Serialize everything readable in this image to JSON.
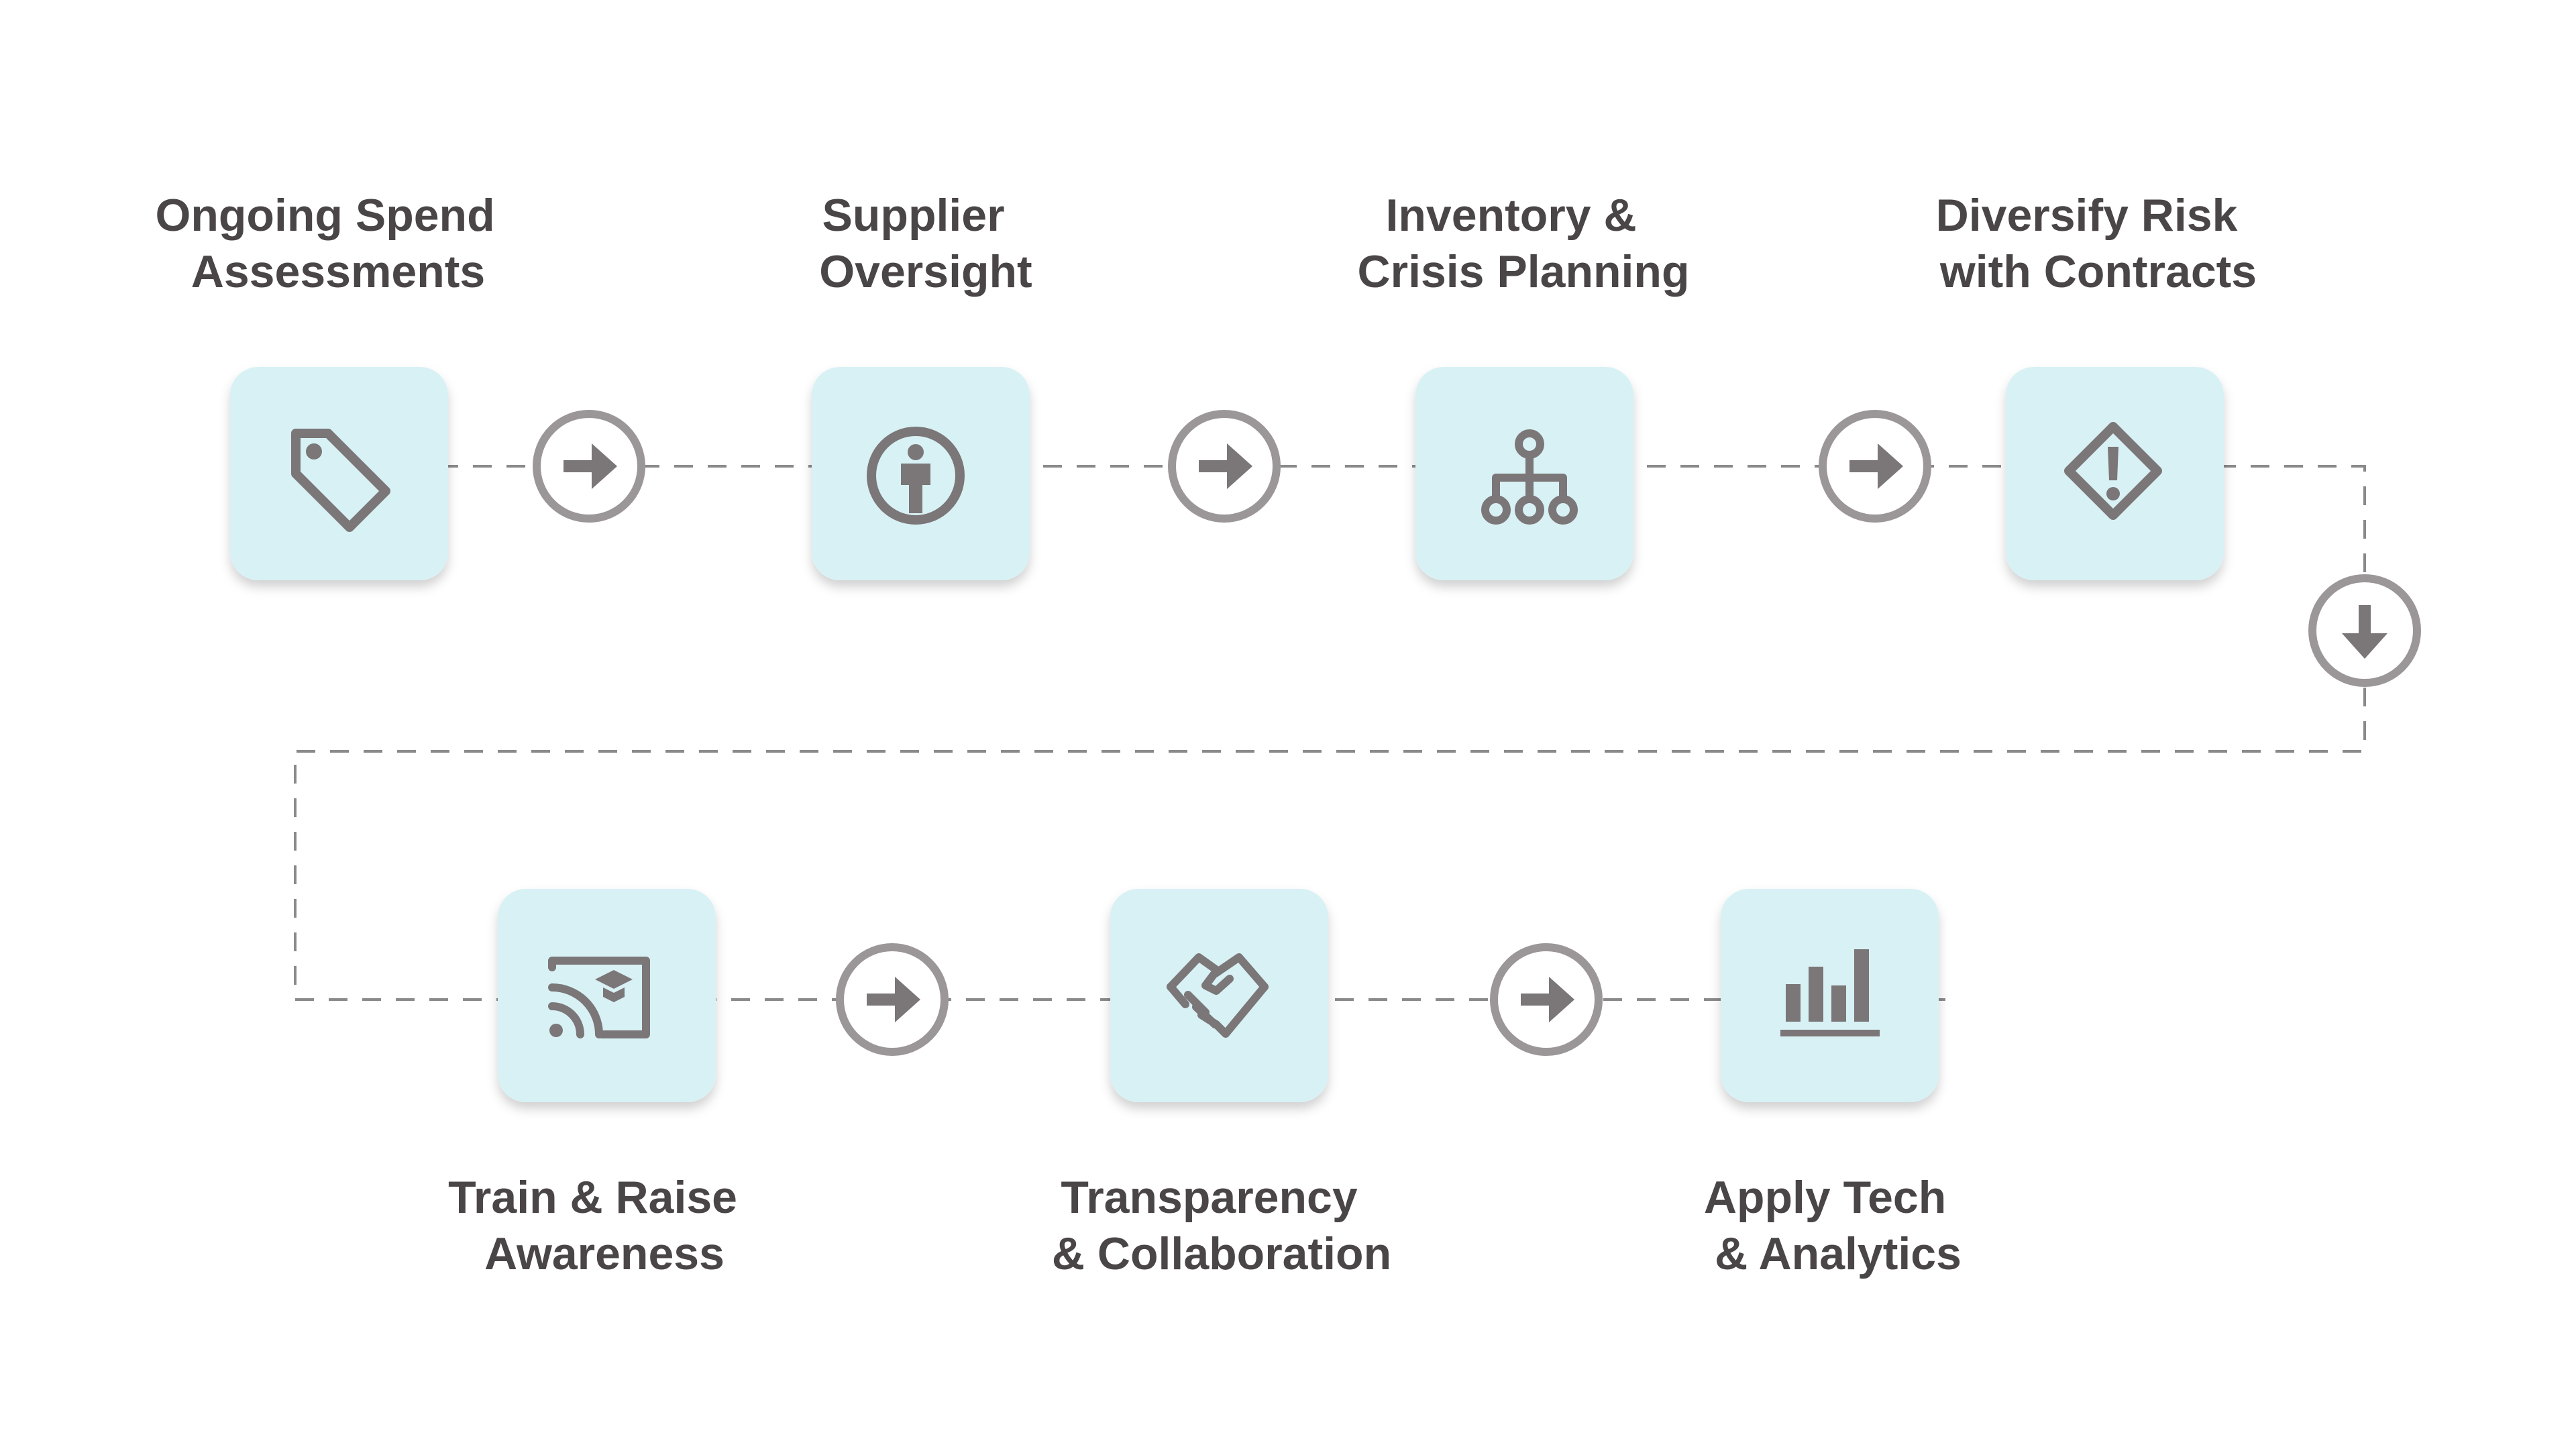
{
  "steps": [
    {
      "id": "ongoing-spend",
      "label_line1": "Ongoing Spend",
      "label_line2": "Assessments",
      "icon": "price-tag-icon"
    },
    {
      "id": "supplier-oversight",
      "label_line1": "Supplier",
      "label_line2": "Oversight",
      "icon": "person-info-icon"
    },
    {
      "id": "inventory-crisis",
      "label_line1": "Inventory &",
      "label_line2": "Crisis Planning",
      "icon": "hierarchy-icon"
    },
    {
      "id": "diversify-risk",
      "label_line1": "Diversify Risk",
      "label_line2": "with Contracts",
      "icon": "warning-diamond-icon"
    },
    {
      "id": "train-awareness",
      "label_line1": "Train & Raise",
      "label_line2": "Awareness",
      "icon": "cast-learning-icon"
    },
    {
      "id": "transparency",
      "label_line1": "Transparency",
      "label_line2": "& Collaboration",
      "icon": "handshake-icon"
    },
    {
      "id": "tech-analytics",
      "label_line1": "Apply Tech",
      "label_line2": "& Analytics",
      "icon": "bar-chart-icon"
    }
  ],
  "connector_icons": [
    "arrow-right-icon",
    "arrow-right-icon",
    "arrow-right-icon",
    "arrow-down-icon",
    "arrow-right-icon",
    "arrow-right-icon"
  ],
  "colors": {
    "tile_background": "#d8f1f5",
    "icon": "#7b7677",
    "arrow_ring": "#9b9697",
    "label_text": "#4a4547",
    "connector_line": "#8a8a8a"
  }
}
